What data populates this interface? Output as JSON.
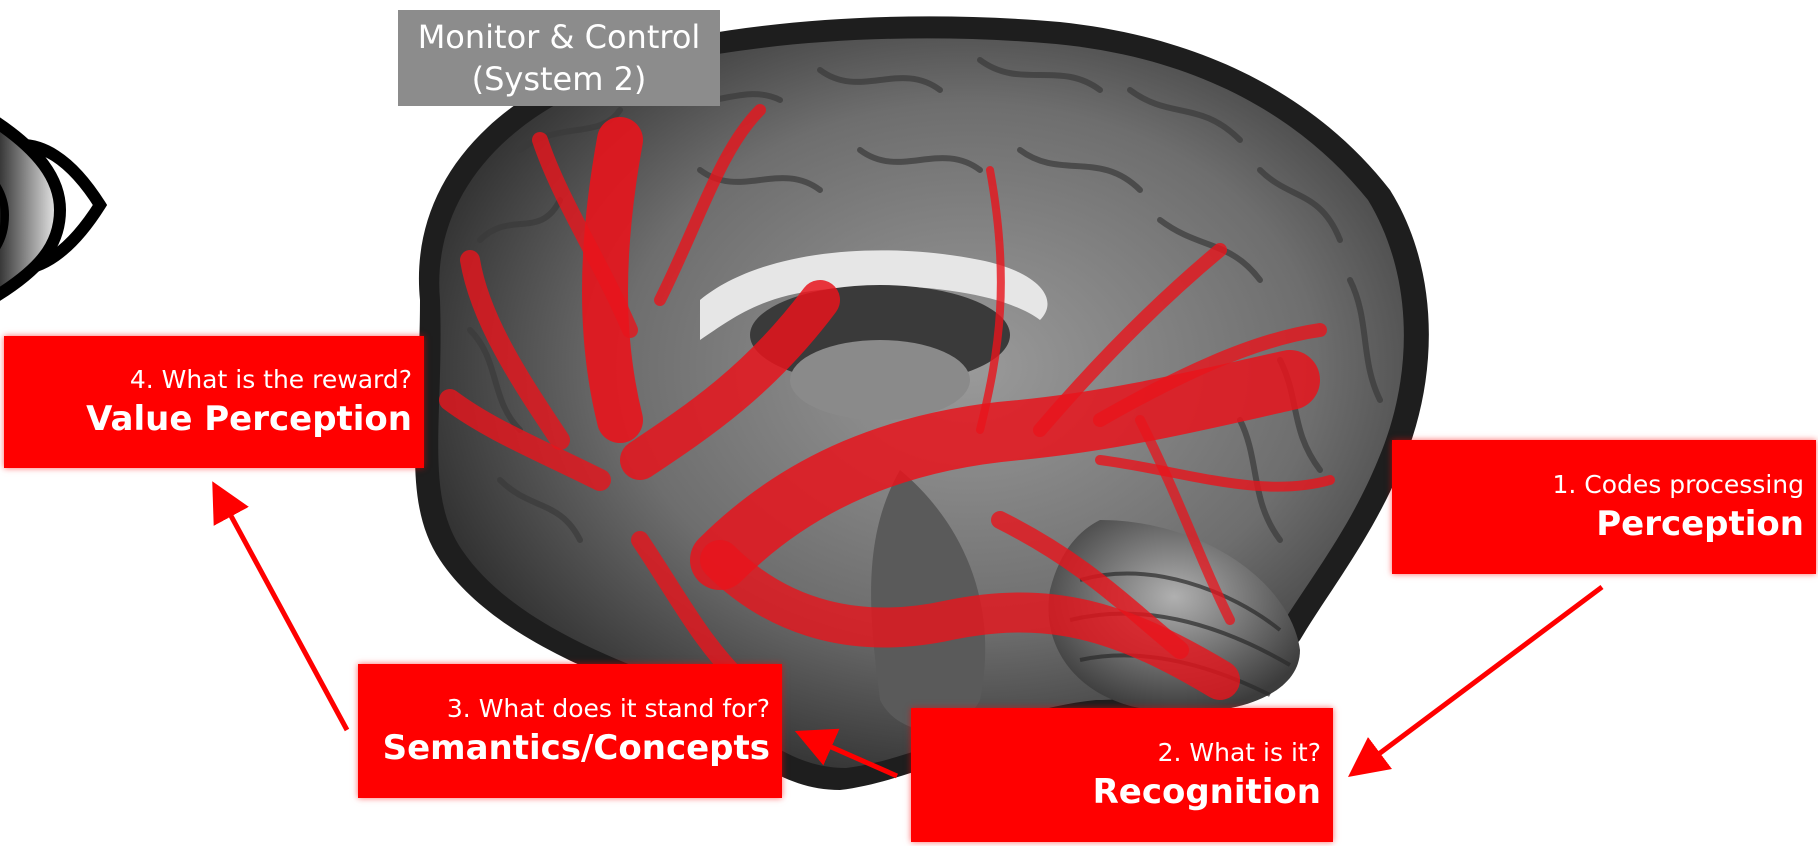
{
  "monitor_box": {
    "line1": "Monitor & Control",
    "line2": "(System 2)"
  },
  "steps": [
    {
      "question": "1.   Codes processing",
      "title": "Perception"
    },
    {
      "question": "2. What is it?",
      "title": "Recognition"
    },
    {
      "question": "3. What does it stand for?",
      "title": "Semantics/Concepts"
    },
    {
      "question": "4. What is the reward?",
      "title": "Value Perception"
    }
  ],
  "colors": {
    "label_red": "#ff0000",
    "tract_red": "#e8141c",
    "monitor_gray": "#8c8c8c",
    "label_text": "#ffffff"
  },
  "icons": [
    "eye-icon",
    "brain-image",
    "arrow-perception-to-recognition",
    "arrow-recognition-to-semantics",
    "arrow-semantics-to-value"
  ]
}
